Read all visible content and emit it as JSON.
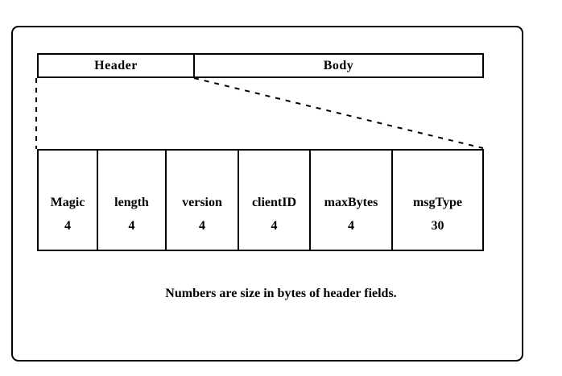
{
  "diagram": {
    "top_bar": {
      "header_label": "Header",
      "body_label": "Body"
    },
    "header_fields": [
      {
        "name": "Magic",
        "size": "4"
      },
      {
        "name": "length",
        "size": "4"
      },
      {
        "name": "version",
        "size": "4"
      },
      {
        "name": "clientID",
        "size": "4"
      },
      {
        "name": "maxBytes",
        "size": "4"
      },
      {
        "name": "msgType",
        "size": "30"
      }
    ],
    "caption": "Numbers are size in bytes of header fields."
  },
  "colors": {
    "line": "#000000",
    "background": "#ffffff"
  }
}
